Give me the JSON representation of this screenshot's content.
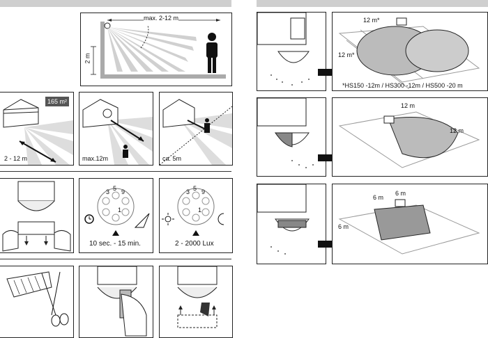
{
  "top_diagram": {
    "max_range": "max. 2-12 m",
    "height": "2 m"
  },
  "coverage_row": {
    "area_badge": "165 m²",
    "range_front": "2 - 12 m",
    "range_walk": "max.12m",
    "range_close": "ca. 5m"
  },
  "settings_row": {
    "time_setting": "10 sec. - 15 min.",
    "lux_setting": "2 - 2000 Lux",
    "dial_digits": [
      "5",
      "9",
      "3",
      "1"
    ]
  },
  "patterns": {
    "p1": {
      "w": "12 m*",
      "d": "12 m*",
      "note": "*HS150 -12m / HS300 -12m / HS500 -20 m"
    },
    "p2": {
      "w": "12 m",
      "d": "12 m"
    },
    "p3": {
      "w1": "6 m",
      "w2": "6 m",
      "d": "6 m"
    }
  }
}
